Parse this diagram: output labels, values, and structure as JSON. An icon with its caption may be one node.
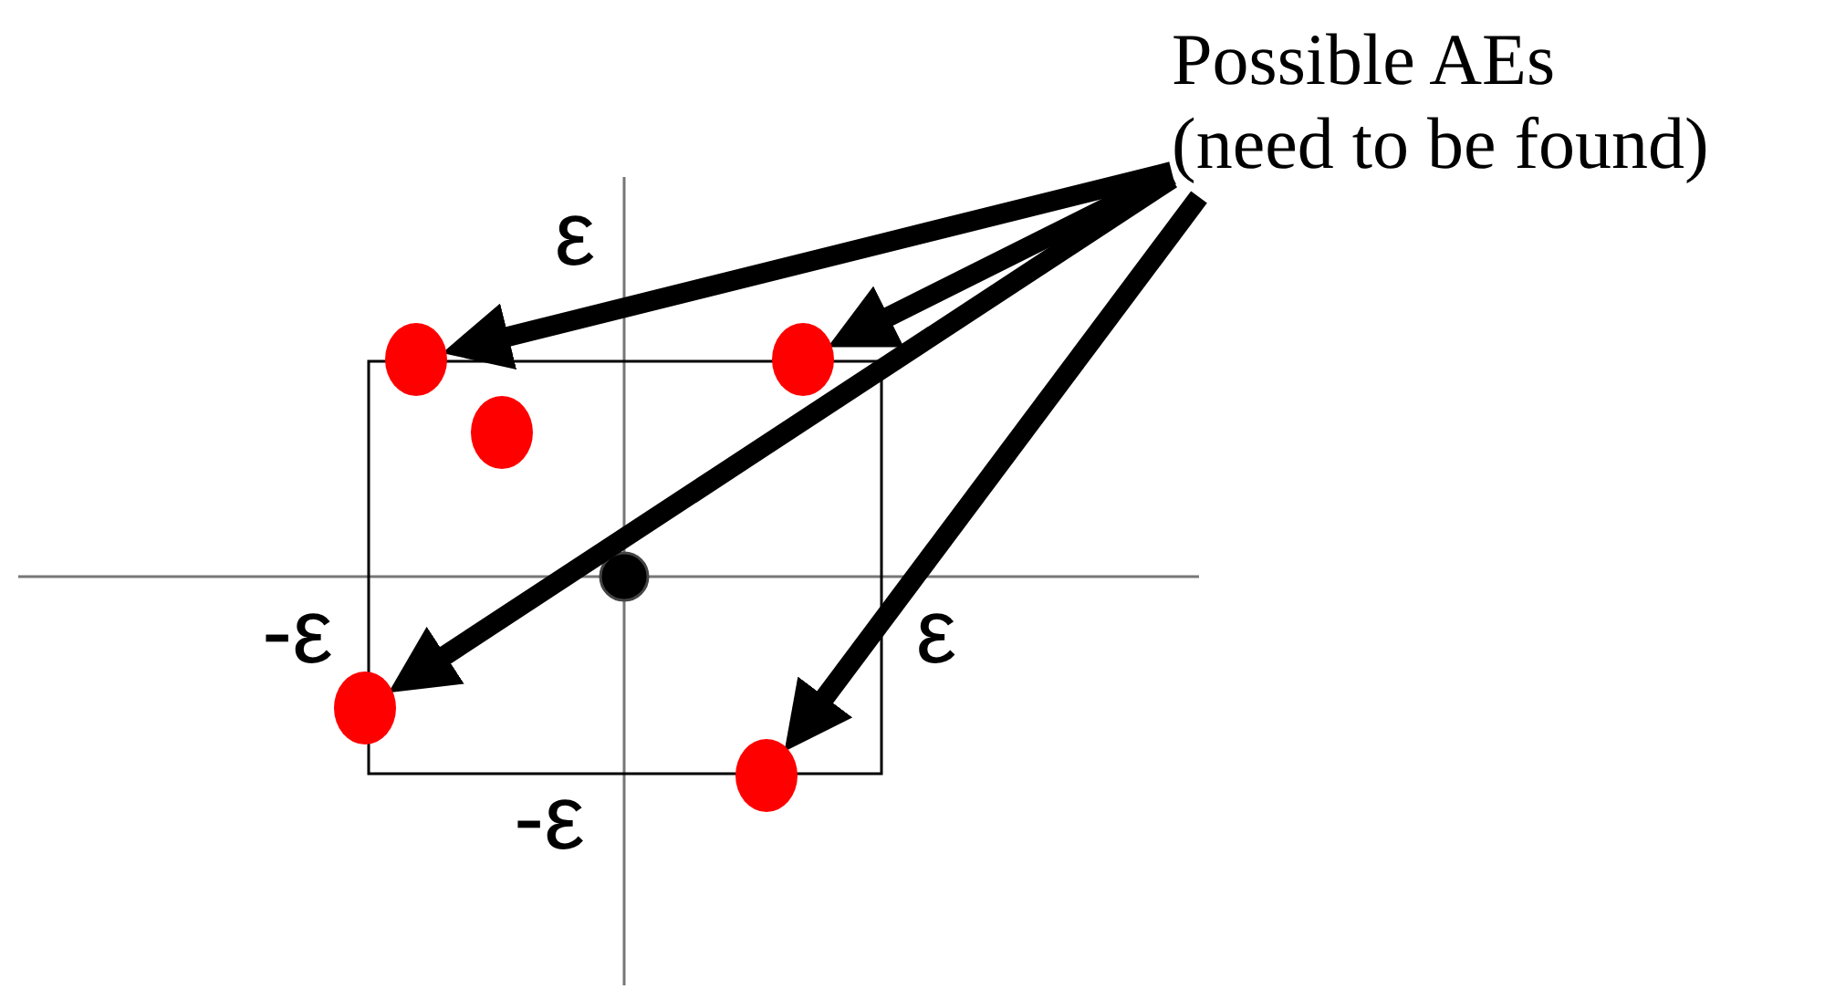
{
  "diagram": {
    "nodes": [
      {
        "text": [
          "Possible AEs",
          "(need to be found)"
        ]
      },
      {
        "text": [],
        "shape": "circle"
      },
      {
        "text": [],
        "shape": "circle"
      },
      {
        "text": [],
        "shape": "circle"
      },
      {
        "text": [],
        "shape": "circle"
      },
      {
        "text": [],
        "shape": "circle"
      }
    ],
    "edges": [
      {
        "from": 0,
        "to": 1,
        "arrow": "to"
      },
      {
        "from": 0,
        "to": 2,
        "arrow": "to"
      },
      {
        "from": 0,
        "to": 4,
        "arrow": "to"
      },
      {
        "from": 0,
        "to": 5,
        "arrow": "to"
      }
    ],
    "labels": [
      "ε",
      "-ε",
      "ε",
      "-ε"
    ]
  }
}
